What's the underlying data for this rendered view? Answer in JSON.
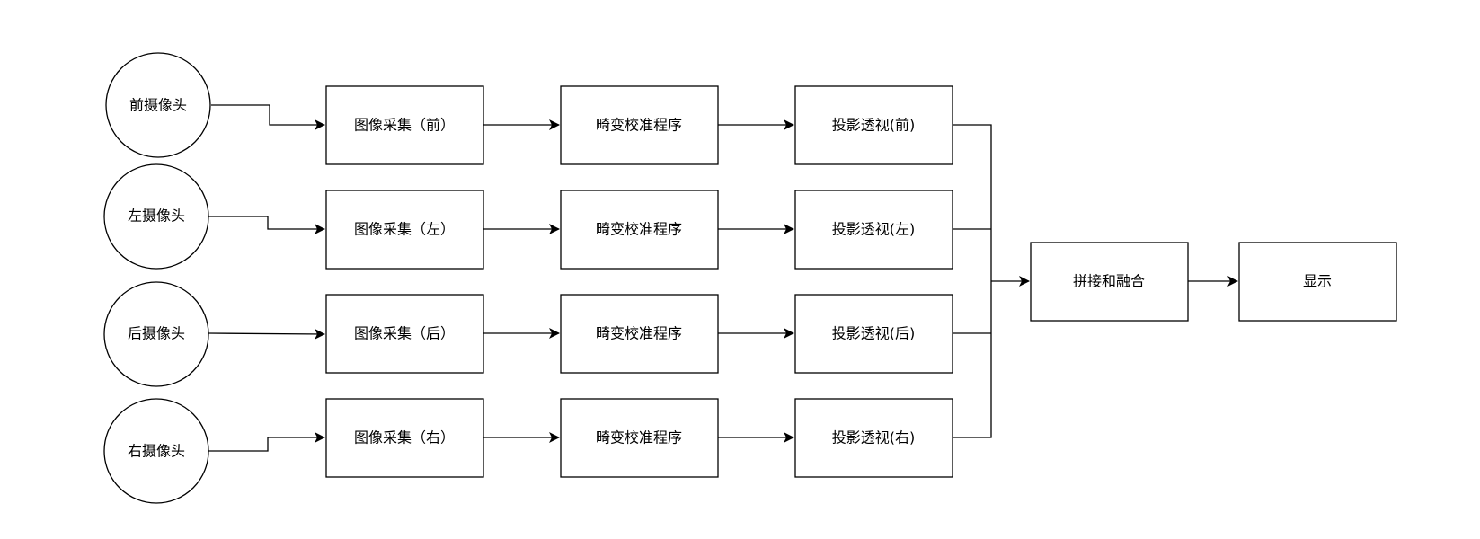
{
  "diagram": {
    "cameras": [
      {
        "label": "前摄像头"
      },
      {
        "label": "左摄像头"
      },
      {
        "label": "后摄像头"
      },
      {
        "label": "右摄像头"
      }
    ],
    "capture": [
      {
        "label": "图像采集（前）"
      },
      {
        "label": "图像采集（左）"
      },
      {
        "label": "图像采集（后）"
      },
      {
        "label": "图像采集（右）"
      }
    ],
    "calibration": [
      {
        "label": "畸变校准程序"
      },
      {
        "label": "畸变校准程序"
      },
      {
        "label": "畸变校准程序"
      },
      {
        "label": "畸变校准程序"
      }
    ],
    "projection": [
      {
        "label": "投影透视(前)"
      },
      {
        "label": "投影透视(左)"
      },
      {
        "label": "投影透视(后)"
      },
      {
        "label": "投影透视(右)"
      }
    ],
    "stitch": {
      "label": "拼接和融合"
    },
    "display": {
      "label": "显示"
    }
  }
}
